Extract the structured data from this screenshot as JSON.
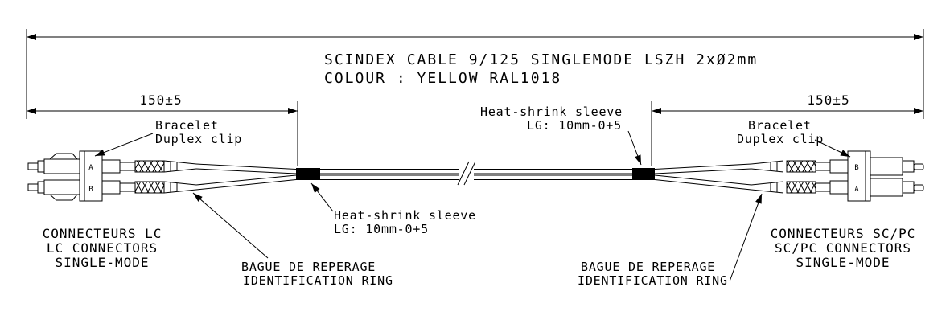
{
  "drawing": {
    "title": [
      "SCINDEX CABLE 9/125 SINGLEMODE LSZH 2xØ2mm",
      "COLOUR : YELLOW RAL1018"
    ]
  },
  "dimensions": {
    "left": "150±5",
    "right": "150±5"
  },
  "labels": {
    "bracelet_left": [
      "Bracelet",
      "Duplex clip"
    ],
    "bracelet_right": [
      "Bracelet",
      "Duplex clip"
    ],
    "heatshrink_top": [
      "Heat-shrink sleeve",
      "LG: 10mm-0+5"
    ],
    "heatshrink_bottom": [
      "Heat-shrink sleeve",
      "LG: 10mm-0+5"
    ],
    "id_ring_left": [
      "BAGUE DE REPERAGE",
      "IDENTIFICATION RING"
    ],
    "id_ring_right": [
      "BAGUE DE REPERAGE",
      "IDENTIFICATION RING"
    ],
    "connector_left": [
      "CONNECTEURS LC",
      "LC CONNECTORS",
      "SINGLE-MODE"
    ],
    "connector_right": [
      "CONNECTEURS SC/PC",
      "SC/PC CONNECTORS",
      "SINGLE-MODE"
    ]
  },
  "connector_marks": {
    "left_top": "A",
    "left_bottom": "B",
    "right_top": "B",
    "right_bottom": "A"
  },
  "colors": {
    "line": "#000000",
    "background": "#ffffff",
    "sleeve_fill": "#000000"
  }
}
